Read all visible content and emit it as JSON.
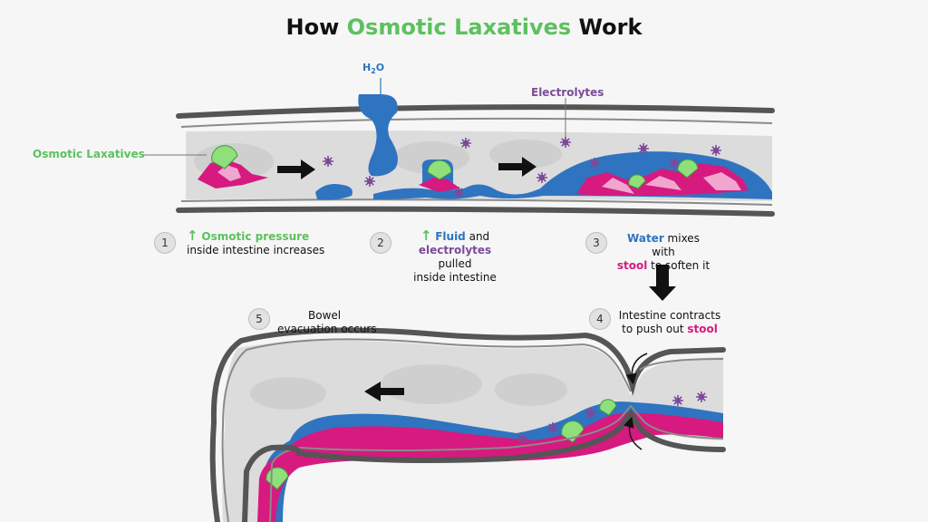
{
  "title": {
    "prefix": "How ",
    "highlight": "Osmotic Laxatives",
    "suffix": " Work"
  },
  "labels": {
    "osmotic_laxatives": "Osmotic Laxatives",
    "h2o_h": "H",
    "h2o_sub": "2",
    "h2o_o": "O",
    "electrolytes": "Electrolytes"
  },
  "steps": [
    {
      "number": "1",
      "part1": "Osmotic pressure",
      "part2": "inside intestine increases"
    },
    {
      "number": "2",
      "part1": "Fluid",
      "part2": " and",
      "part3": "electrolytes",
      "part4": " pulled",
      "part5": "inside intestine"
    },
    {
      "number": "3",
      "part1": "Water",
      "part2": " mixes with",
      "part3": "stool",
      "part4": " to soften it"
    },
    {
      "number": "4",
      "part1": "Intestine contracts",
      "part2": "to push out ",
      "part3": "stool"
    },
    {
      "number": "5",
      "part1": "Bowel",
      "part2": "evacuation occurs"
    }
  ],
  "colors": {
    "green": "#5cc15e",
    "blue": "#2f74c0",
    "purple": "#7c4a9a",
    "pink": "#d61a7f",
    "light_pink": "#f0a6cf",
    "wall": "#555555",
    "lumen": "#dcdcdc"
  }
}
